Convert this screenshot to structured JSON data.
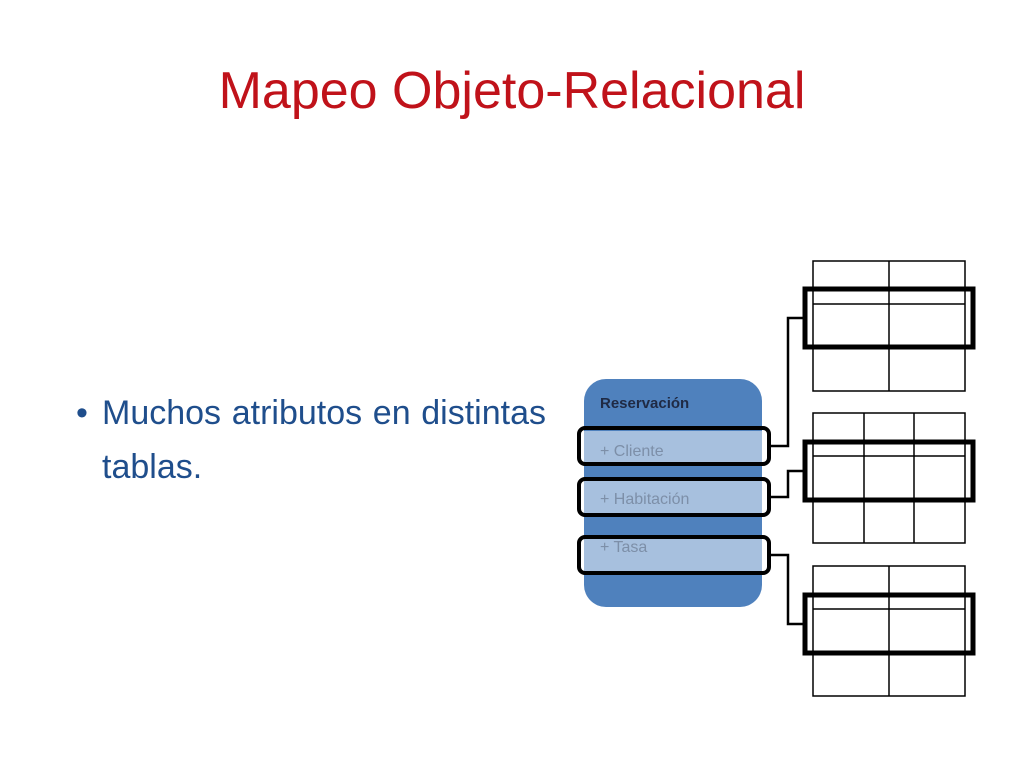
{
  "slide": {
    "title": "Mapeo Objeto-Relacional",
    "bullets": [
      "Muchos atributos en distintas tablas."
    ]
  },
  "diagram": {
    "class_name": "Reservación",
    "attributes": [
      "+ Cliente",
      "+ Habitación",
      "+ Tasa"
    ],
    "table_columns": [
      2,
      3,
      2
    ],
    "colors": {
      "title": "#C0121A",
      "bullet_text": "#1F4E8C",
      "class_body": "#4F81BD",
      "attribute_row": "#A7C0DE",
      "lines": "#000000"
    }
  }
}
